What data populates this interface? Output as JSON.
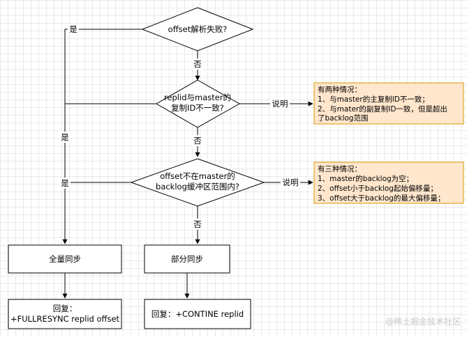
{
  "nodes": {
    "d1": {
      "lines": [
        "offset解析失败?"
      ]
    },
    "d2": {
      "lines": [
        "replid与master的",
        "复制ID不一致?"
      ]
    },
    "d3": {
      "lines": [
        "offset不在master的",
        "backlog缓冲区范围内?"
      ]
    },
    "full_sync": {
      "lines": [
        "全量同步"
      ]
    },
    "partial_sync": {
      "lines": [
        "部分同步"
      ]
    },
    "reply_full": {
      "lines": [
        "回复：",
        "+FULLRESYNC replid offset"
      ]
    },
    "reply_partial": {
      "lines": [
        "回复：+CONTINE replid"
      ]
    }
  },
  "notes": {
    "n1": {
      "lines": [
        "有两种情况：",
        "1、与master的主复制ID不一致；",
        "2、与mater的副复制ID一致，但是超出",
        "了backlog范围"
      ]
    },
    "n2": {
      "lines": [
        "有三种情况：",
        "1、master的backlog为空；",
        "2、offset小于backlog起始偏移量；",
        "3、offset大于backlog的最大偏移量；"
      ]
    }
  },
  "edge_labels": {
    "yes": "是",
    "no": "否",
    "explain": "说明"
  },
  "colors": {
    "note_fill": "#ffe6cc",
    "note_stroke": "#d79b00",
    "grid": "#e9e9e9"
  },
  "watermark": "@稀土掘金技术社区"
}
